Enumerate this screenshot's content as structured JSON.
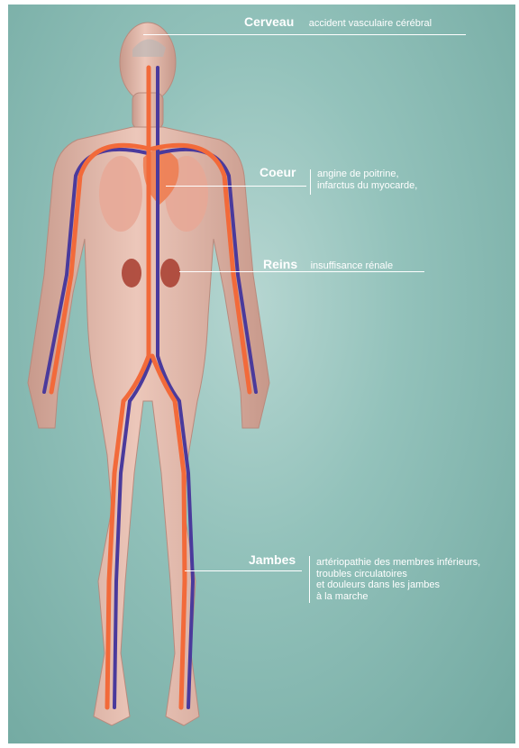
{
  "labels": {
    "cerveau": {
      "title": "Cerveau",
      "desc": "accident vasculaire cérébral"
    },
    "coeur": {
      "title": "Coeur",
      "desc": [
        "angine de poitrine,",
        "infarctus du myocarde,"
      ]
    },
    "reins": {
      "title": "Reins",
      "desc": "insuffisance rénale"
    },
    "jambes": {
      "title": "Jambes",
      "desc": [
        "artériopathie des membres inférieurs,",
        "troubles circulatoires",
        "et douleurs dans les jambes",
        "à la marche"
      ]
    }
  },
  "colors": {
    "artery": "#f26a3a",
    "vein": "#4a3a9c",
    "skin": "#e2b8a9",
    "background": "#8fbfb8",
    "label_text": "#ffffff"
  }
}
